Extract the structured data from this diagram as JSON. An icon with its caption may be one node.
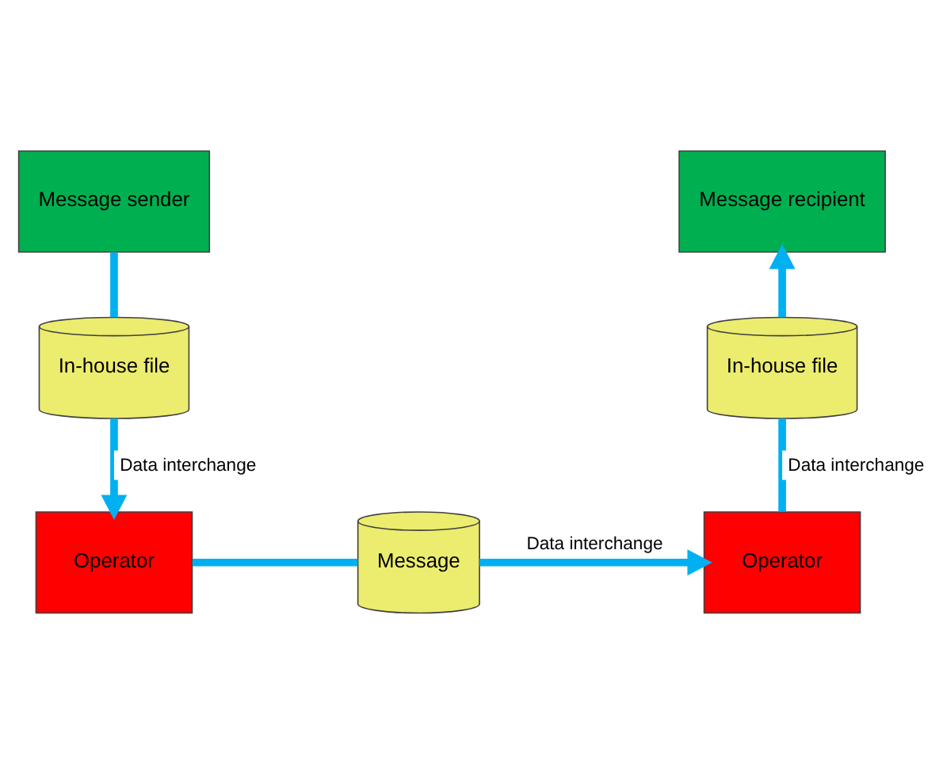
{
  "diagram": {
    "nodes": [
      {
        "text": [
          "Message sender"
        ]
      },
      {
        "text": [
          "In-house file"
        ]
      },
      {
        "text": [
          "Operator"
        ]
      },
      {
        "text": [
          "Message"
        ]
      },
      {
        "text": [
          "Operator"
        ]
      },
      {
        "text": [
          "In-house file"
        ]
      },
      {
        "text": [
          "Message recipient"
        ]
      }
    ],
    "edges": [
      {
        "from": 0,
        "to": 1,
        "arrow": "none"
      },
      {
        "from": 1,
        "to": 2,
        "arrow": "to",
        "label": "Data interchange"
      },
      {
        "from": 2,
        "to": 3,
        "arrow": "none"
      },
      {
        "from": 3,
        "to": 4,
        "arrow": "to",
        "label": "Data interchange"
      },
      {
        "from": 4,
        "to": 5,
        "arrow": "none",
        "label": "Data interchange"
      },
      {
        "from": 5,
        "to": 6,
        "arrow": "to"
      }
    ]
  }
}
